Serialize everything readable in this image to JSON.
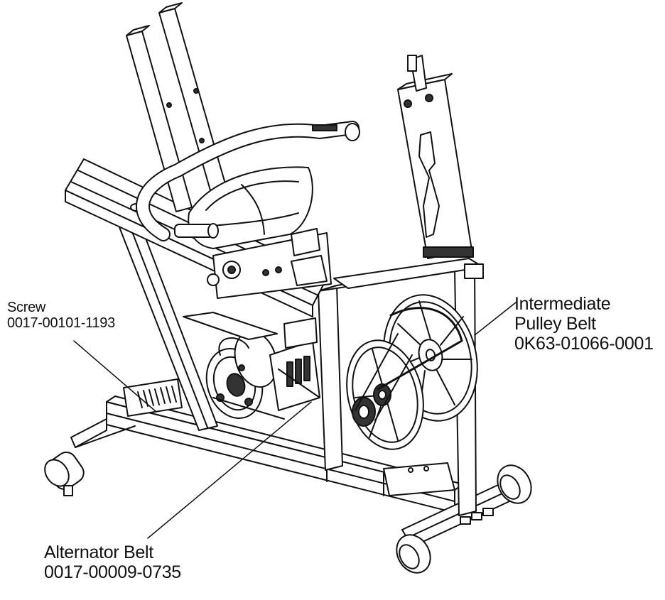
{
  "callouts": {
    "screw": {
      "name": "Screw",
      "part_number": "0017-00101-1193"
    },
    "intermediate_pulley_belt": {
      "name_line1": "Intermediate",
      "name_line2": "Pulley Belt",
      "part_number": "0K63-01066-0001"
    },
    "alternator_belt": {
      "name": "Alternator Belt",
      "part_number": "0017-00009-0735"
    }
  },
  "colors": {
    "line": "#111111",
    "fill": "#ffffff",
    "dark": "#222222",
    "shade": "#d8d8d8"
  }
}
